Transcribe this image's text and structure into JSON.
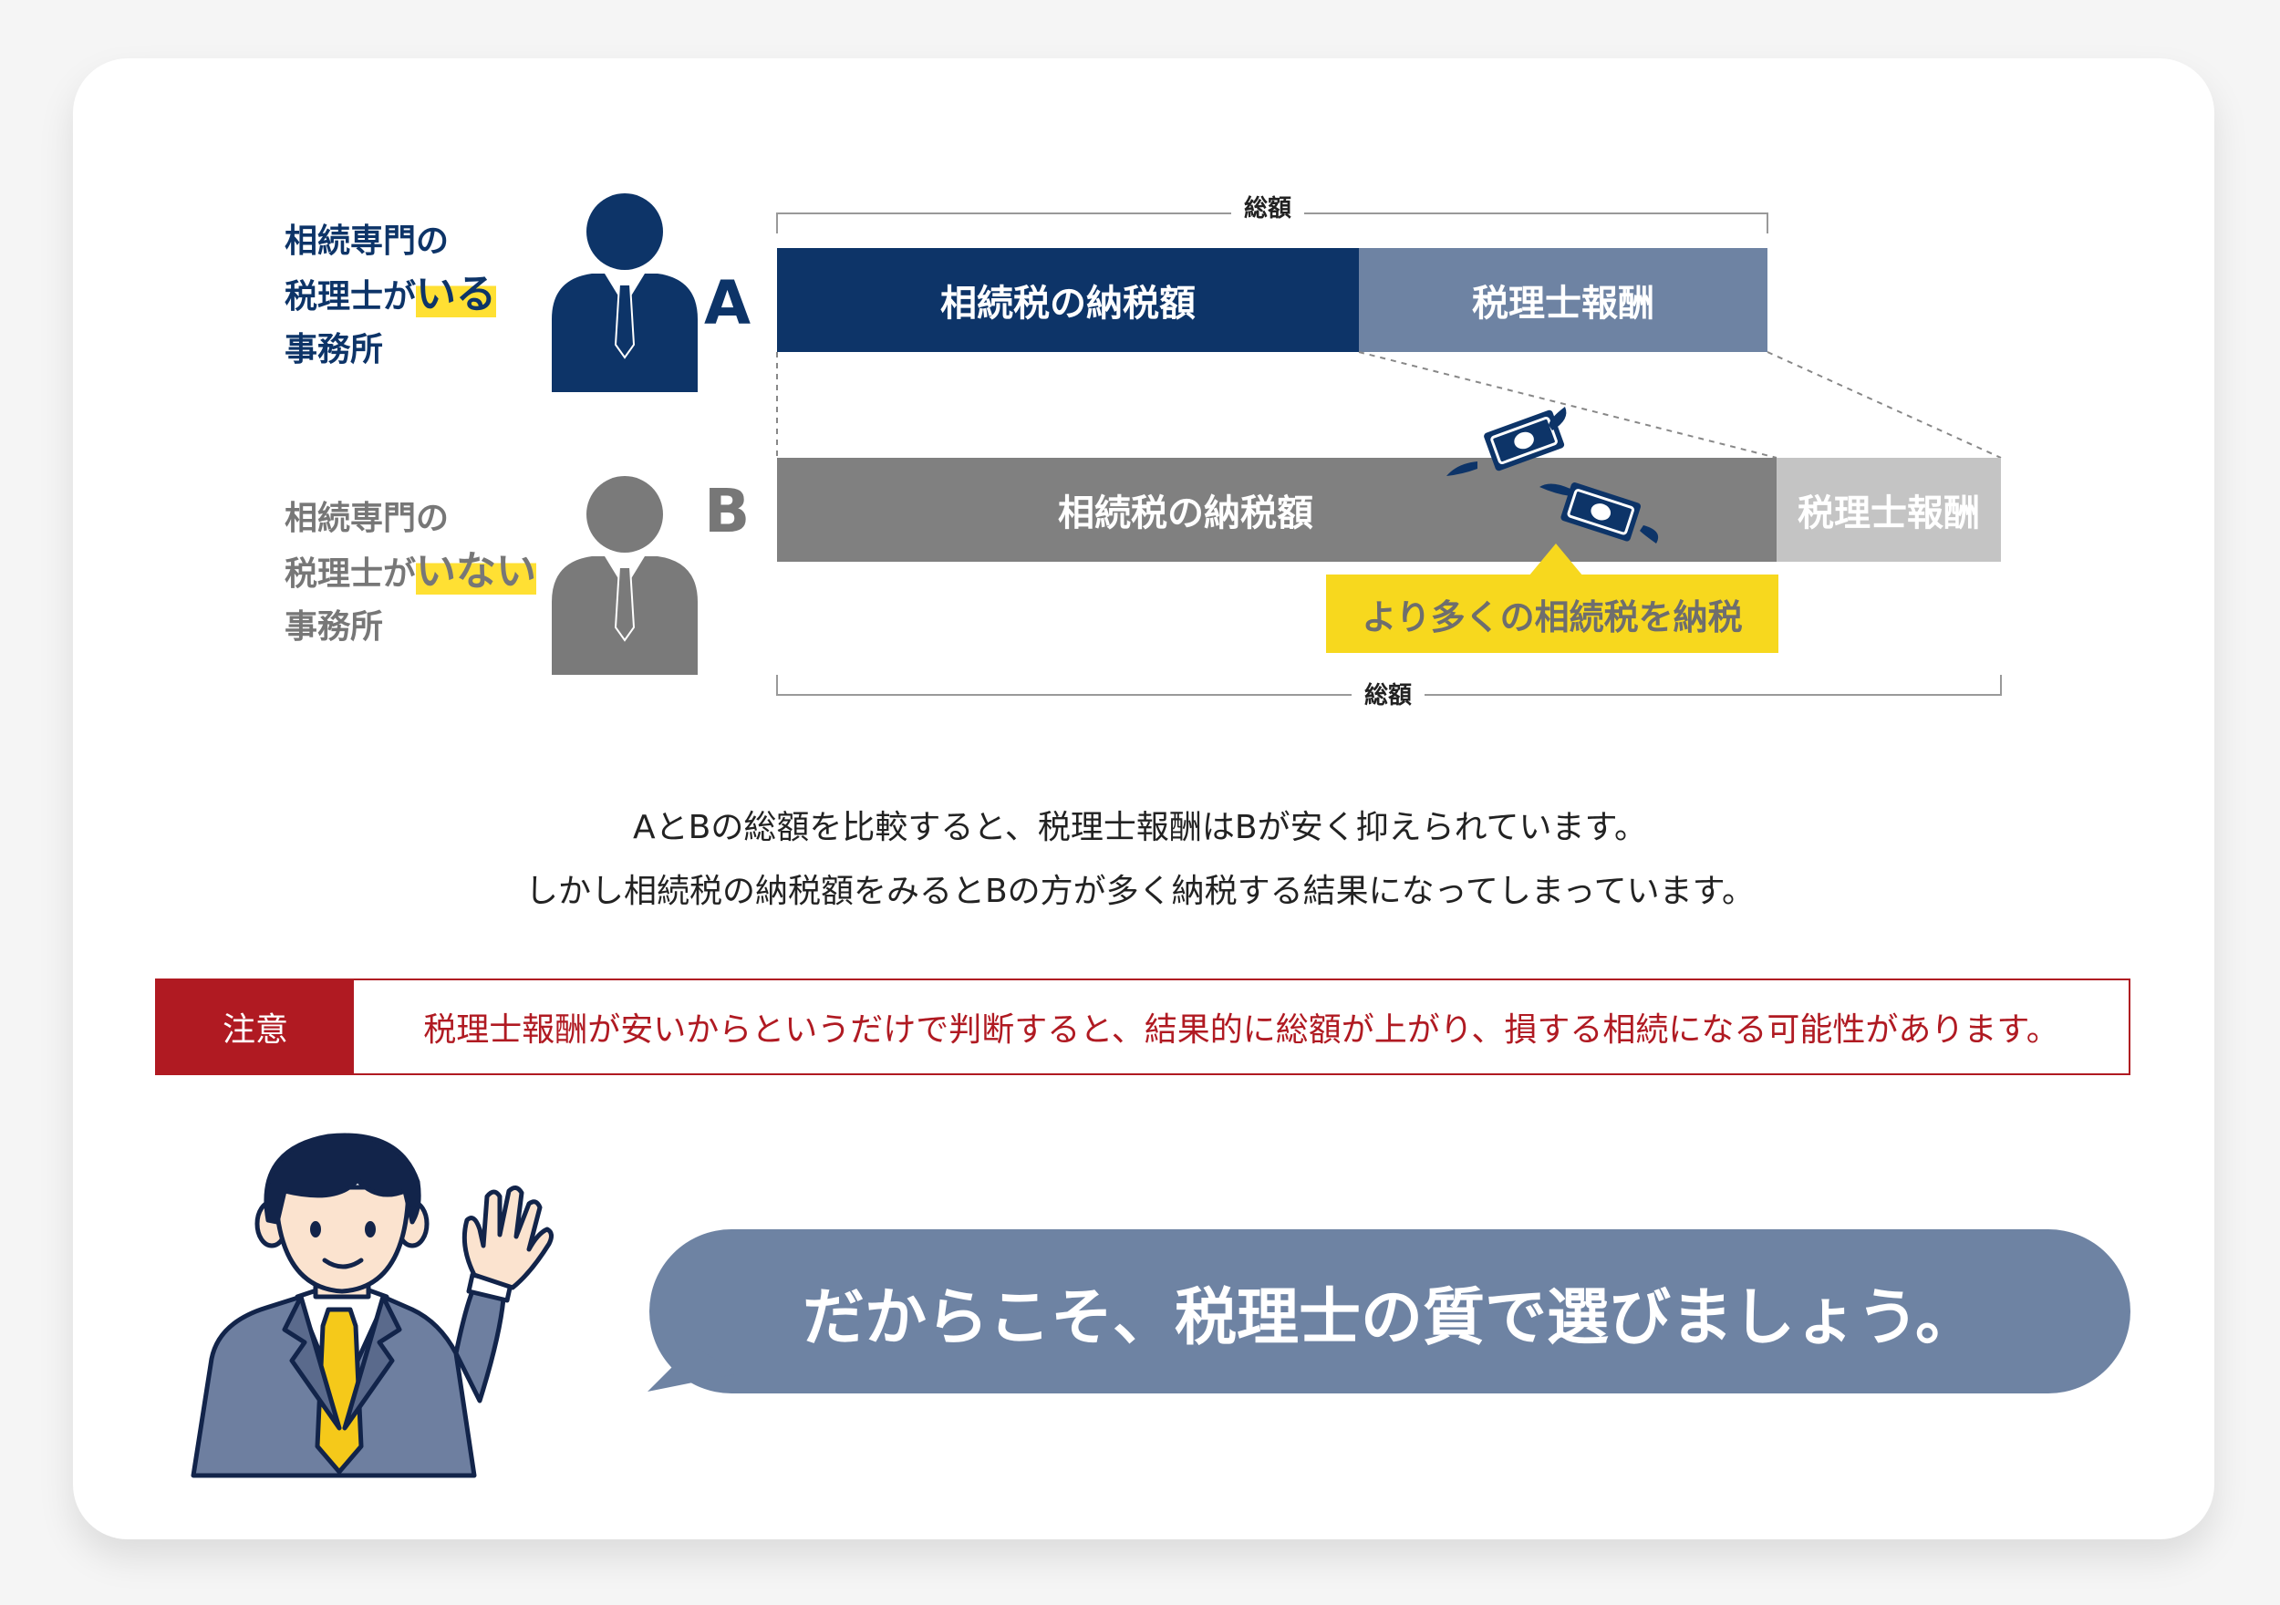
{
  "rowA": {
    "label_line1": "相続専門の",
    "label_line2_prefix": "税理士が",
    "label_line2_highlight": "いる",
    "label_line3": "事務所",
    "letter": "A",
    "bar_tax": "相続税の納税額",
    "bar_fee": "税理士報酬",
    "total_label": "総額"
  },
  "rowB": {
    "label_line1": "相続専門の",
    "label_line2_prefix": "税理士が",
    "label_line2_highlight": "いない",
    "label_line3": "事務所",
    "letter": "B",
    "bar_tax": "相続税の納税額",
    "bar_fee": "税理士報酬",
    "total_label": "総額",
    "callout": "より多くの相続税を納税"
  },
  "explanation": {
    "line1": "AとBの総額を比較すると、税理士報酬はBが安く抑えられています。",
    "line2": "しかし相続税の納税額をみるとBの方が多く納税する結果になってしまっています。"
  },
  "warning": {
    "tag": "注意",
    "text": "税理士報酬が安いからというだけで判断すると、結果的に総額が上がり、損する相続になる可能性があります。"
  },
  "speech": {
    "text": "だからこそ、税理士の質で選びましょう。"
  },
  "colors": {
    "navy": "#0d3468",
    "slate": "#6e83a3",
    "gray": "#808080",
    "light_gray": "#c4c4c4",
    "yellow": "#f7d81e",
    "red": "#b01a22"
  },
  "icons": [
    "person-a-icon",
    "person-b-icon",
    "flying-money-icon",
    "businessman-illustration"
  ]
}
